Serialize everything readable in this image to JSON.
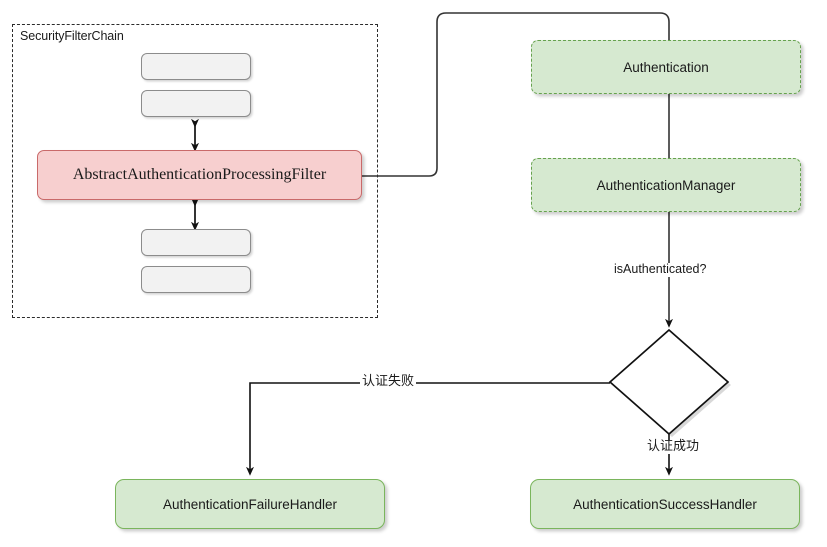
{
  "diagram": {
    "title_label": "SecurityFilterChain",
    "group": {
      "name": "SecurityFilterChain",
      "label": "SecurityFilterChain"
    },
    "filter_slots": [
      {
        "name": "filter-slot-1",
        "label": ""
      },
      {
        "name": "filter-slot-2",
        "label": ""
      },
      {
        "name": "filter-slot-3",
        "label": ""
      },
      {
        "name": "filter-slot-4",
        "label": ""
      }
    ],
    "nodes": {
      "abstract_filter": "AbstractAuthenticationProcessingFilter",
      "authentication": "Authentication",
      "authentication_manager": "AuthenticationManager",
      "failure_handler": "AuthenticationFailureHandler",
      "success_handler": "AuthenticationSuccessHandler",
      "decision": ""
    },
    "edge_labels": {
      "is_authenticated": "isAuthenticated?",
      "auth_failure": "认证失败",
      "auth_success": "认证成功"
    },
    "colors": {
      "filter_slot_fill": "#f2f2f2",
      "filter_slot_border": "#8c8c8c",
      "active_filter_fill": "#f7cfcf",
      "active_filter_border": "#c96a6a",
      "component_fill": "#d6e9d0",
      "component_dashed_border": "#66a24e",
      "component_solid_border": "#7ab55c",
      "edge_stroke": "#333333",
      "group_border": "#2b2b2b",
      "text": "#1a1a1a",
      "background": "#ffffff"
    }
  }
}
